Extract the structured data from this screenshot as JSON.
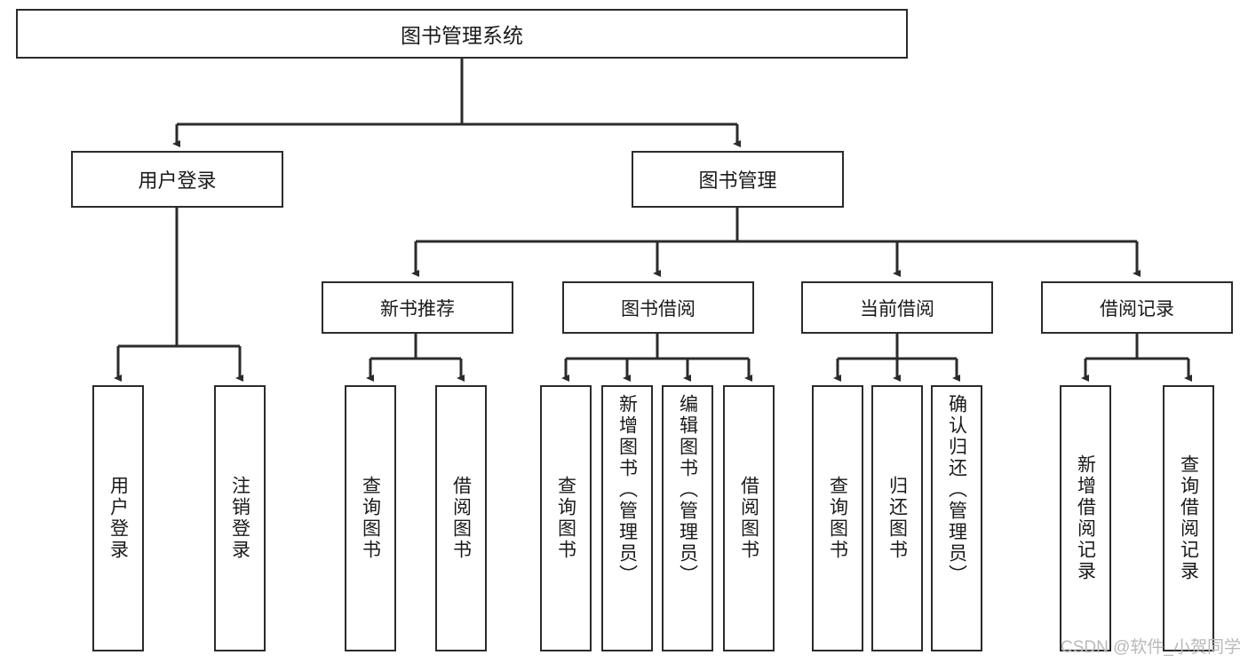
{
  "diagram": {
    "title": "图书管理系统",
    "type": "hierarchy-tree",
    "watermark": "CSDN @软件_小贺同学",
    "colors": {
      "box_border": "#2b2b2b",
      "box_fill": "#ffffff",
      "connector": "#2b2b2b",
      "text": "#1a1a1a",
      "watermark": "#b9b9b9",
      "background": "#ffffff"
    },
    "root": {
      "label": "图书管理系统"
    },
    "level2": [
      {
        "label": "用户登录"
      },
      {
        "label": "图书管理"
      }
    ],
    "level3": [
      {
        "label": "新书推荐"
      },
      {
        "label": "图书借阅"
      },
      {
        "label": "当前借阅"
      },
      {
        "label": "借阅记录"
      }
    ],
    "leaves": {
      "user_login": [
        {
          "label": "用户登录"
        },
        {
          "label": "注销登录"
        }
      ],
      "new_book_recommend": [
        {
          "label": "查询图书"
        },
        {
          "label": "借阅图书"
        }
      ],
      "book_borrow": [
        {
          "label": "查询图书"
        },
        {
          "label": "新增图书（管理员）"
        },
        {
          "label": "编辑图书（管理员）"
        },
        {
          "label": "借阅图书"
        }
      ],
      "current_borrow": [
        {
          "label": "查询图书"
        },
        {
          "label": "归还图书"
        },
        {
          "label": "确认归还（管理员）"
        }
      ],
      "borrow_record": [
        {
          "label": "新增借阅记录"
        },
        {
          "label": "查询借阅记录"
        }
      ]
    }
  }
}
